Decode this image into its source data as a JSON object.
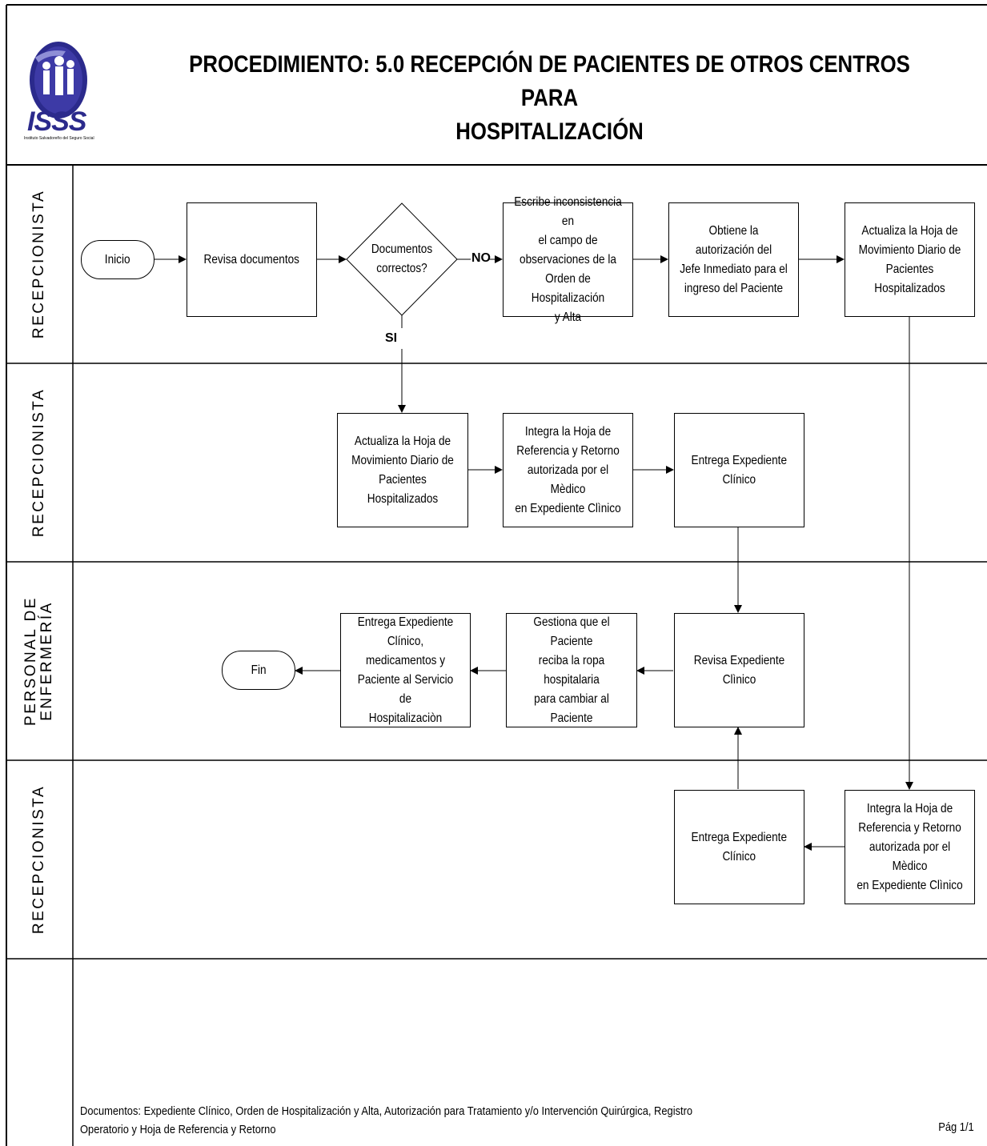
{
  "header": {
    "title_line1": "PROCEDIMIENTO: 5.0 RECEPCIÓN DE PACIENTES DE OTROS CENTROS PARA",
    "title_line2": "HOSPITALIZACIÓN",
    "logo_text": "ISSS",
    "logo_subtext": "Instituto Salvadoreño del Seguro Social"
  },
  "lanes": [
    {
      "label": "RECEPCIONISTA"
    },
    {
      "label": "RECEPCIONISTA"
    },
    {
      "label": "PERSONAL DE\nENFERMERÍA"
    },
    {
      "label": "RECEPCIONISTA"
    }
  ],
  "nodes": {
    "inicio": "Inicio",
    "revisa_documentos": "Revisa documentos",
    "decision": "Documentos\ncorrectos?",
    "escribe_inconsistencia": "Escribe inconsistencia en\nel campo de\nobservaciones de la\nOrden de Hospitalización\ny Alta",
    "obtiene_autorizacion": "Obtiene la autorización del\nJefe Inmediato para el\ningreso del Paciente",
    "actualiza_hoja_1": "Actualiza la Hoja de\nMovimiento Diario de\nPacientes Hospitalizados",
    "actualiza_hoja_2": "Actualiza la Hoja de\nMovimiento Diario de\nPacientes Hospitalizados",
    "integra_hoja_1": "Integra la Hoja de\nReferencia y Retorno\nautorizada por el Mèdico\nen Expediente Clìnico",
    "entrega_expediente_1": "Entrega Expediente\nClínico",
    "revisa_expediente": "Revisa Expediente Clìnico",
    "gestiona_ropa": "Gestiona que el Paciente\nreciba la ropa hospitalaria\npara cambiar al Paciente",
    "entrega_expediente_medicamentos": "Entrega Expediente\nClínico, medicamentos y\nPaciente al Servicio de\nHospitalizaciòn",
    "fin": "Fin",
    "entrega_expediente_2": "Entrega Expediente\nClínico",
    "integra_hoja_2": "Integra la Hoja de\nReferencia y Retorno\nautorizada por el Mèdico\nen Expediente Clìnico"
  },
  "edge_labels": {
    "no": "NO",
    "si": "SI"
  },
  "footer": {
    "documents_line1": "Documentos: Expediente Clínico, Orden de Hospitalización y Alta, Autorización para Tratamiento y/o Intervención Quirúrgica, Registro",
    "documents_line2": "Operatorio y Hoja de Referencia y Retorno",
    "page": "Pág 1/1"
  }
}
